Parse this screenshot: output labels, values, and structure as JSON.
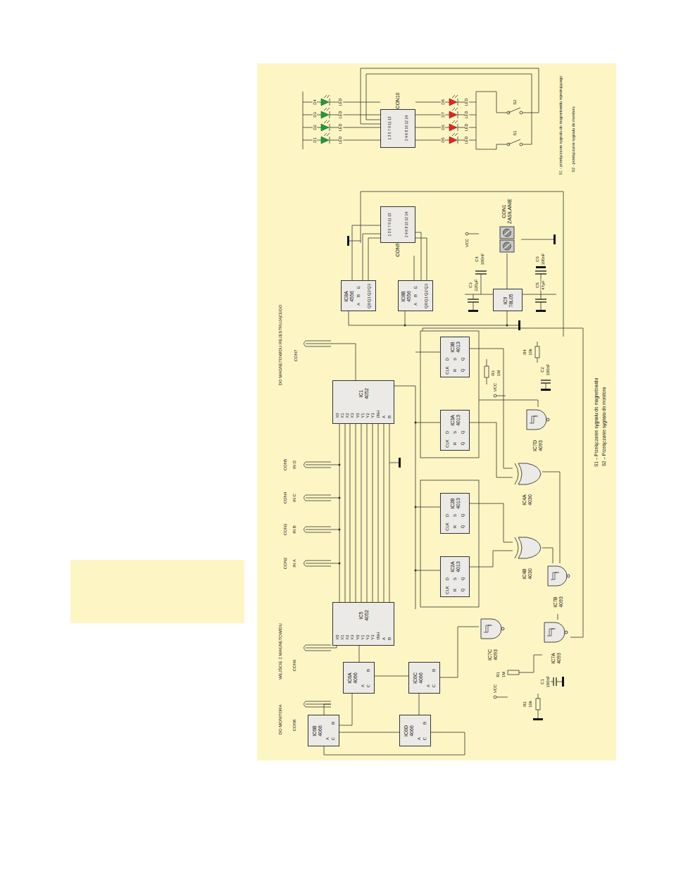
{
  "diagram": {
    "nodes": [
      {
        "text": [
          "IC1",
          "4052"
        ]
      },
      {
        "text": [
          "IC5",
          "4052"
        ]
      },
      {
        "text": [
          "IC6A",
          "4066"
        ]
      },
      {
        "text": [
          "IC6B",
          "4066"
        ]
      },
      {
        "text": [
          "IC6C",
          "4066"
        ]
      },
      {
        "text": [
          "IC6D",
          "4066"
        ]
      },
      {
        "text": [
          "IC2A",
          "4013"
        ]
      },
      {
        "text": [
          "IC2B",
          "4013"
        ]
      },
      {
        "text": [
          "IC3A",
          "4013"
        ]
      },
      {
        "text": [
          "IC3B",
          "4013"
        ]
      },
      {
        "text": [
          "IC4A",
          "4030"
        ]
      },
      {
        "text": [
          "IC4B",
          "4030"
        ]
      },
      {
        "text": [
          "IC7D",
          "4093"
        ]
      },
      {
        "text": [
          "IC7B",
          "4093"
        ]
      },
      {
        "text": [
          "IC7C",
          "4093"
        ]
      },
      {
        "text": [
          "IC7A",
          "4093"
        ]
      },
      {
        "text": [
          "IC8A",
          "4556"
        ]
      },
      {
        "text": [
          "IC8B",
          "4556"
        ]
      },
      {
        "text": [
          "IC9",
          "78L05"
        ]
      },
      {
        "text": [
          "CON9"
        ]
      },
      {
        "text": [
          "CON10"
        ]
      },
      {
        "text": [
          "CON1",
          "ZASILANIE"
        ]
      }
    ],
    "edges": [
      {
        "from": 16,
        "to": 19,
        "arrow": "none"
      },
      {
        "from": 17,
        "to": 19,
        "arrow": "none"
      },
      {
        "from": 6,
        "to": 11,
        "arrow": "none"
      },
      {
        "from": 7,
        "to": 11,
        "arrow": "none"
      },
      {
        "from": 8,
        "to": 10,
        "arrow": "none"
      },
      {
        "from": 9,
        "to": 10,
        "arrow": "none"
      },
      {
        "from": 10,
        "to": 13,
        "arrow": "none"
      },
      {
        "from": 11,
        "to": 13,
        "arrow": "none"
      },
      {
        "from": 13,
        "to": 15,
        "arrow": "none"
      },
      {
        "from": 14,
        "to": 4,
        "arrow": "none"
      },
      {
        "from": 1,
        "to": 2,
        "arrow": "none"
      },
      {
        "from": 3,
        "to": 2,
        "arrow": "none"
      },
      {
        "from": 5,
        "to": 4,
        "arrow": "none"
      },
      {
        "from": 0,
        "to": 1,
        "arrow": "none"
      },
      {
        "from": 18,
        "to": 21,
        "arrow": "none"
      }
    ],
    "labels": [
      "S1 - przełączanie sygnału do magnetowidu rejestrującego",
      "S2 - przełączanie sygnału do monitora",
      "S1 – Przełączanie sygnału do magnetowidu",
      "S2 – Przełączanie sygnału do monitora",
      "DO MAGNETOWIDU REJESTRUJĄCEGO",
      "WEJŚCIE Z MAGNETOWIDU",
      "DO MONITORA",
      "CON7",
      "CON2",
      "IN A",
      "CON3",
      "IN B",
      "CON4",
      "IN C",
      "CON5",
      "IN D",
      "CON6",
      "CON8",
      "D4",
      "D3",
      "D2",
      "D1",
      "LED",
      "LED",
      "LED",
      "LED",
      "D8",
      "D7",
      "D6",
      "D5",
      "LED",
      "LED",
      "LED",
      "LED",
      "S1",
      "S2",
      "1 3 5 7 9 11 13",
      "2 4 6 8 10 12 14",
      "1 3 5 7 9 11 13",
      "2 4 6 8 10 12 14",
      "X0",
      "X1",
      "X2",
      "X3",
      "Y0",
      "Y1",
      "Y2",
      "Y3",
      "INH",
      "A",
      "B",
      "X0",
      "X1",
      "X2",
      "X3",
      "Y0",
      "Y1",
      "Y2",
      "Y3",
      "INH",
      "A",
      "B",
      "D",
      "S",
      "Q",
      "CLK",
      "R",
      "Q̄",
      "D",
      "S",
      "Q",
      "CLK",
      "R",
      "Q̄",
      "D",
      "S",
      "Q",
      "CLK",
      "R",
      "Q̄",
      "D",
      "S",
      "Q",
      "CLK",
      "R",
      "Q̄",
      "A",
      "B",
      "C",
      "A",
      "B",
      "C",
      "A",
      "B",
      "C",
      "A",
      "B",
      "C",
      "A",
      "B",
      "E",
      "Q0",
      "Q1",
      "Q2",
      "Q3",
      "A",
      "B",
      "E",
      "Q0",
      "Q1",
      "Q2",
      "Q3",
      "C3",
      "220µF",
      "C4",
      "100nF",
      "C5",
      "47µF",
      "C6",
      "100nF",
      "C1",
      "100nF",
      "C2",
      "100nF",
      "R1",
      "1M",
      "R2",
      "10k",
      "R3",
      "1M",
      "R4",
      "10k",
      "VCC",
      "VCC",
      "VCC"
    ]
  }
}
